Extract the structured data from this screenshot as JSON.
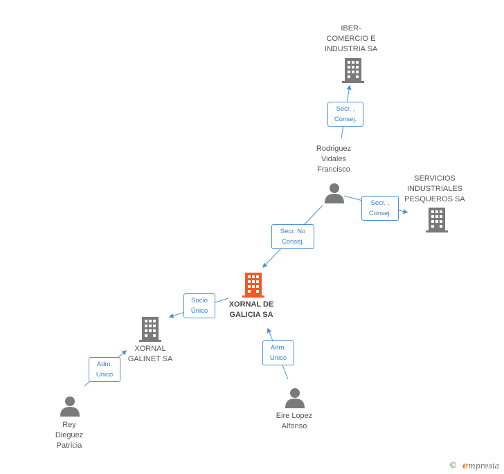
{
  "nodes": {
    "xornal_galicia": {
      "lines": [
        "XORNAL DE",
        "GALICIA SA"
      ],
      "type": "company",
      "color": "#ee5a2a"
    },
    "iber": {
      "lines": [
        "IBER-",
        "COMERCIO E",
        "INDUSTRIA SA"
      ],
      "type": "company",
      "color": "#7a7a7a"
    },
    "servicios": {
      "lines": [
        "SERVICIOS",
        "INDUSTRIALES",
        "PESQUEROS SA"
      ],
      "type": "company",
      "color": "#7a7a7a"
    },
    "xornal_galinet": {
      "lines": [
        "XORNAL",
        "GALINET SA"
      ],
      "type": "company",
      "color": "#7a7a7a"
    },
    "rodriguez": {
      "lines": [
        "Rodriguez",
        "Vidales",
        "Francisco"
      ],
      "type": "person",
      "color": "#7a7a7a"
    },
    "rey": {
      "lines": [
        "Rey",
        "Dieguez",
        "Patricia"
      ],
      "type": "person",
      "color": "#7a7a7a"
    },
    "eire": {
      "lines": [
        "Eire Lopez",
        "Alfonso"
      ],
      "type": "person",
      "color": "#7a7a7a"
    }
  },
  "edges": {
    "rodriguez_iber": {
      "lines": [
        "Secr. ,",
        "Consej."
      ]
    },
    "rodriguez_servicios": {
      "lines": [
        "Secr. ,",
        "Consej."
      ]
    },
    "rodriguez_xornal": {
      "lines": [
        "Secr. No",
        "Consej."
      ]
    },
    "xornal_galinet": {
      "lines": [
        "Socio",
        "Único"
      ]
    },
    "rey_galinet": {
      "lines": [
        "Adm.",
        "Unico"
      ]
    },
    "eire_xornal": {
      "lines": [
        "Adm.",
        "Unico"
      ]
    }
  },
  "colors": {
    "edge": "#4a90d9",
    "label_text": "#3a7cc9"
  },
  "footer": {
    "copyright": "©",
    "brand_initial": "e",
    "brand_rest": "mpresia"
  }
}
